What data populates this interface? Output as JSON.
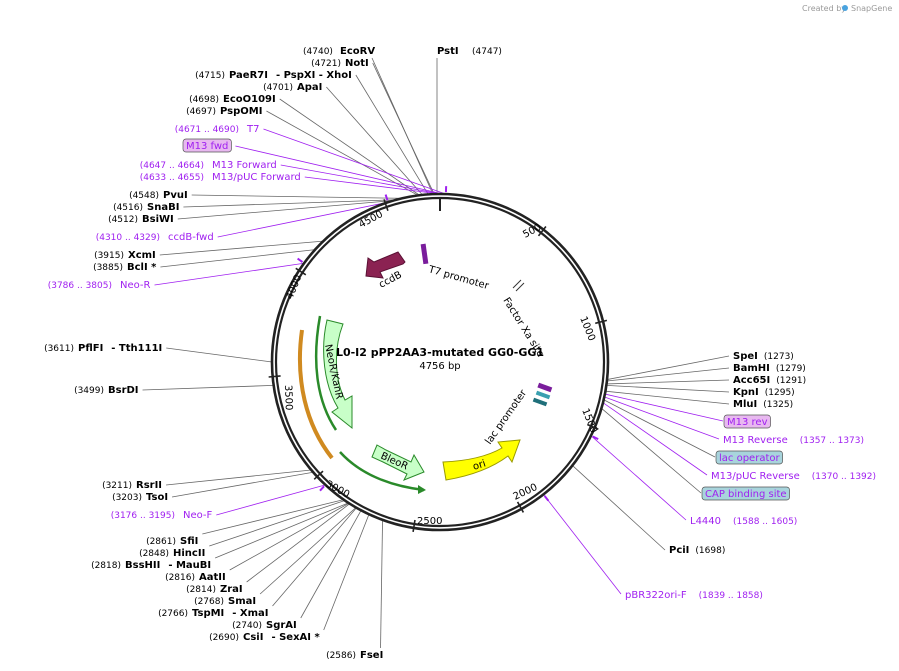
{
  "title": "L0-I2 pPP2AA3-mutated GG0-GG1",
  "length_label": "4756 bp",
  "credit": {
    "prefix": "Created by",
    "brand": "SnapGene"
  },
  "colors": {
    "backbone": "#222222",
    "primer": "#a020f0",
    "ccdB": "#8b2252",
    "ori": "#ffff00",
    "marker": "#c8ffc8",
    "primer_box": "#e8b8f0",
    "lac_box": "#a8d4dc"
  },
  "ticks": [
    "500",
    "1000",
    "1500",
    "2000",
    "2500",
    "3000",
    "3500",
    "4000",
    "4500"
  ],
  "features": [
    {
      "name": "ccdB"
    },
    {
      "name": "T7 promoter"
    },
    {
      "name": "Factor Xa site"
    },
    {
      "name": "NeoR/KanR"
    },
    {
      "name": "BleoR"
    },
    {
      "name": "lac promoter"
    },
    {
      "name": "ori"
    }
  ],
  "top_sites": [
    {
      "name": "EcoRV",
      "pos": "(4740)"
    },
    {
      "name": "PstI",
      "pos": "(4747)"
    }
  ],
  "left_sites": [
    {
      "pos": "(4721)",
      "name": "NotI"
    },
    {
      "pos": "(4715)",
      "name": "PaeR7I",
      "extra": "- PspXI - XhoI"
    },
    {
      "pos": "(4701)",
      "name": "ApaI"
    },
    {
      "pos": "(4698)",
      "name": "EcoO109I"
    },
    {
      "pos": "(4697)",
      "name": "PspOMI"
    },
    {
      "pos": "(4548)",
      "name": "PvuI"
    },
    {
      "pos": "(4516)",
      "name": "SnaBI"
    },
    {
      "pos": "(4512)",
      "name": "BsiWI"
    },
    {
      "pos": "(3915)",
      "name": "XcmI"
    },
    {
      "pos": "(3885)",
      "name": "BclI *"
    },
    {
      "pos": "(3611)",
      "name": "PflFI",
      "extra": "- Tth111I"
    },
    {
      "pos": "(3499)",
      "name": "BsrDI"
    },
    {
      "pos": "(3211)",
      "name": "RsrII"
    },
    {
      "pos": "(3203)",
      "name": "TsoI"
    }
  ],
  "bottom_sites": [
    {
      "pos": "(2861)",
      "name": "SfiI"
    },
    {
      "pos": "(2848)",
      "name": "HincII"
    },
    {
      "pos": "(2818)",
      "name": "BssHII",
      "extra": "- MauBI"
    },
    {
      "pos": "(2816)",
      "name": "AatII"
    },
    {
      "pos": "(2814)",
      "name": "ZraI"
    },
    {
      "pos": "(2768)",
      "name": "SmaI"
    },
    {
      "pos": "(2766)",
      "name": "TspMI",
      "extra": "- XmaI"
    },
    {
      "pos": "(2740)",
      "name": "SgrAI"
    },
    {
      "pos": "(2690)",
      "name": "CsiI",
      "extra": "- SexAI *"
    },
    {
      "pos": "(2586)",
      "name": "FseI"
    }
  ],
  "right_sites": [
    {
      "name": "SpeI",
      "pos": "(1273)"
    },
    {
      "name": "BamHI",
      "pos": "(1279)"
    },
    {
      "name": "Acc65I",
      "pos": "(1291)"
    },
    {
      "name": "KpnI",
      "pos": "(1295)"
    },
    {
      "name": "MluI",
      "pos": "(1325)"
    },
    {
      "name": "PciI",
      "pos": "(1698)"
    }
  ],
  "left_primers": [
    {
      "pos": "(4671 .. 4690)",
      "name": "T7"
    },
    {
      "name": "M13 fwd",
      "boxed": true
    },
    {
      "pos": "(4647 .. 4664)",
      "name": "M13 Forward"
    },
    {
      "pos": "(4633 .. 4655)",
      "name": "M13/pUC Forward"
    },
    {
      "pos": "(4310 .. 4329)",
      "name": "ccdB-fwd"
    },
    {
      "pos": "(3786 .. 3805)",
      "name": "Neo-R"
    },
    {
      "pos": "(3176 .. 3195)",
      "name": "Neo-F"
    }
  ],
  "right_primers": [
    {
      "name": "M13 rev",
      "boxed": true
    },
    {
      "name": "M13 Reverse",
      "pos": "(1357 .. 1373)"
    },
    {
      "name": "lac operator",
      "boxed": true,
      "kind": "feature"
    },
    {
      "name": "M13/pUC Reverse",
      "pos": "(1370 .. 1392)"
    },
    {
      "name": "CAP binding site",
      "boxed": true,
      "kind": "feature"
    },
    {
      "name": "L4440",
      "pos": "(1588 .. 1605)"
    },
    {
      "name": "pBR322ori-F",
      "pos": "(1839 .. 1858)"
    }
  ]
}
